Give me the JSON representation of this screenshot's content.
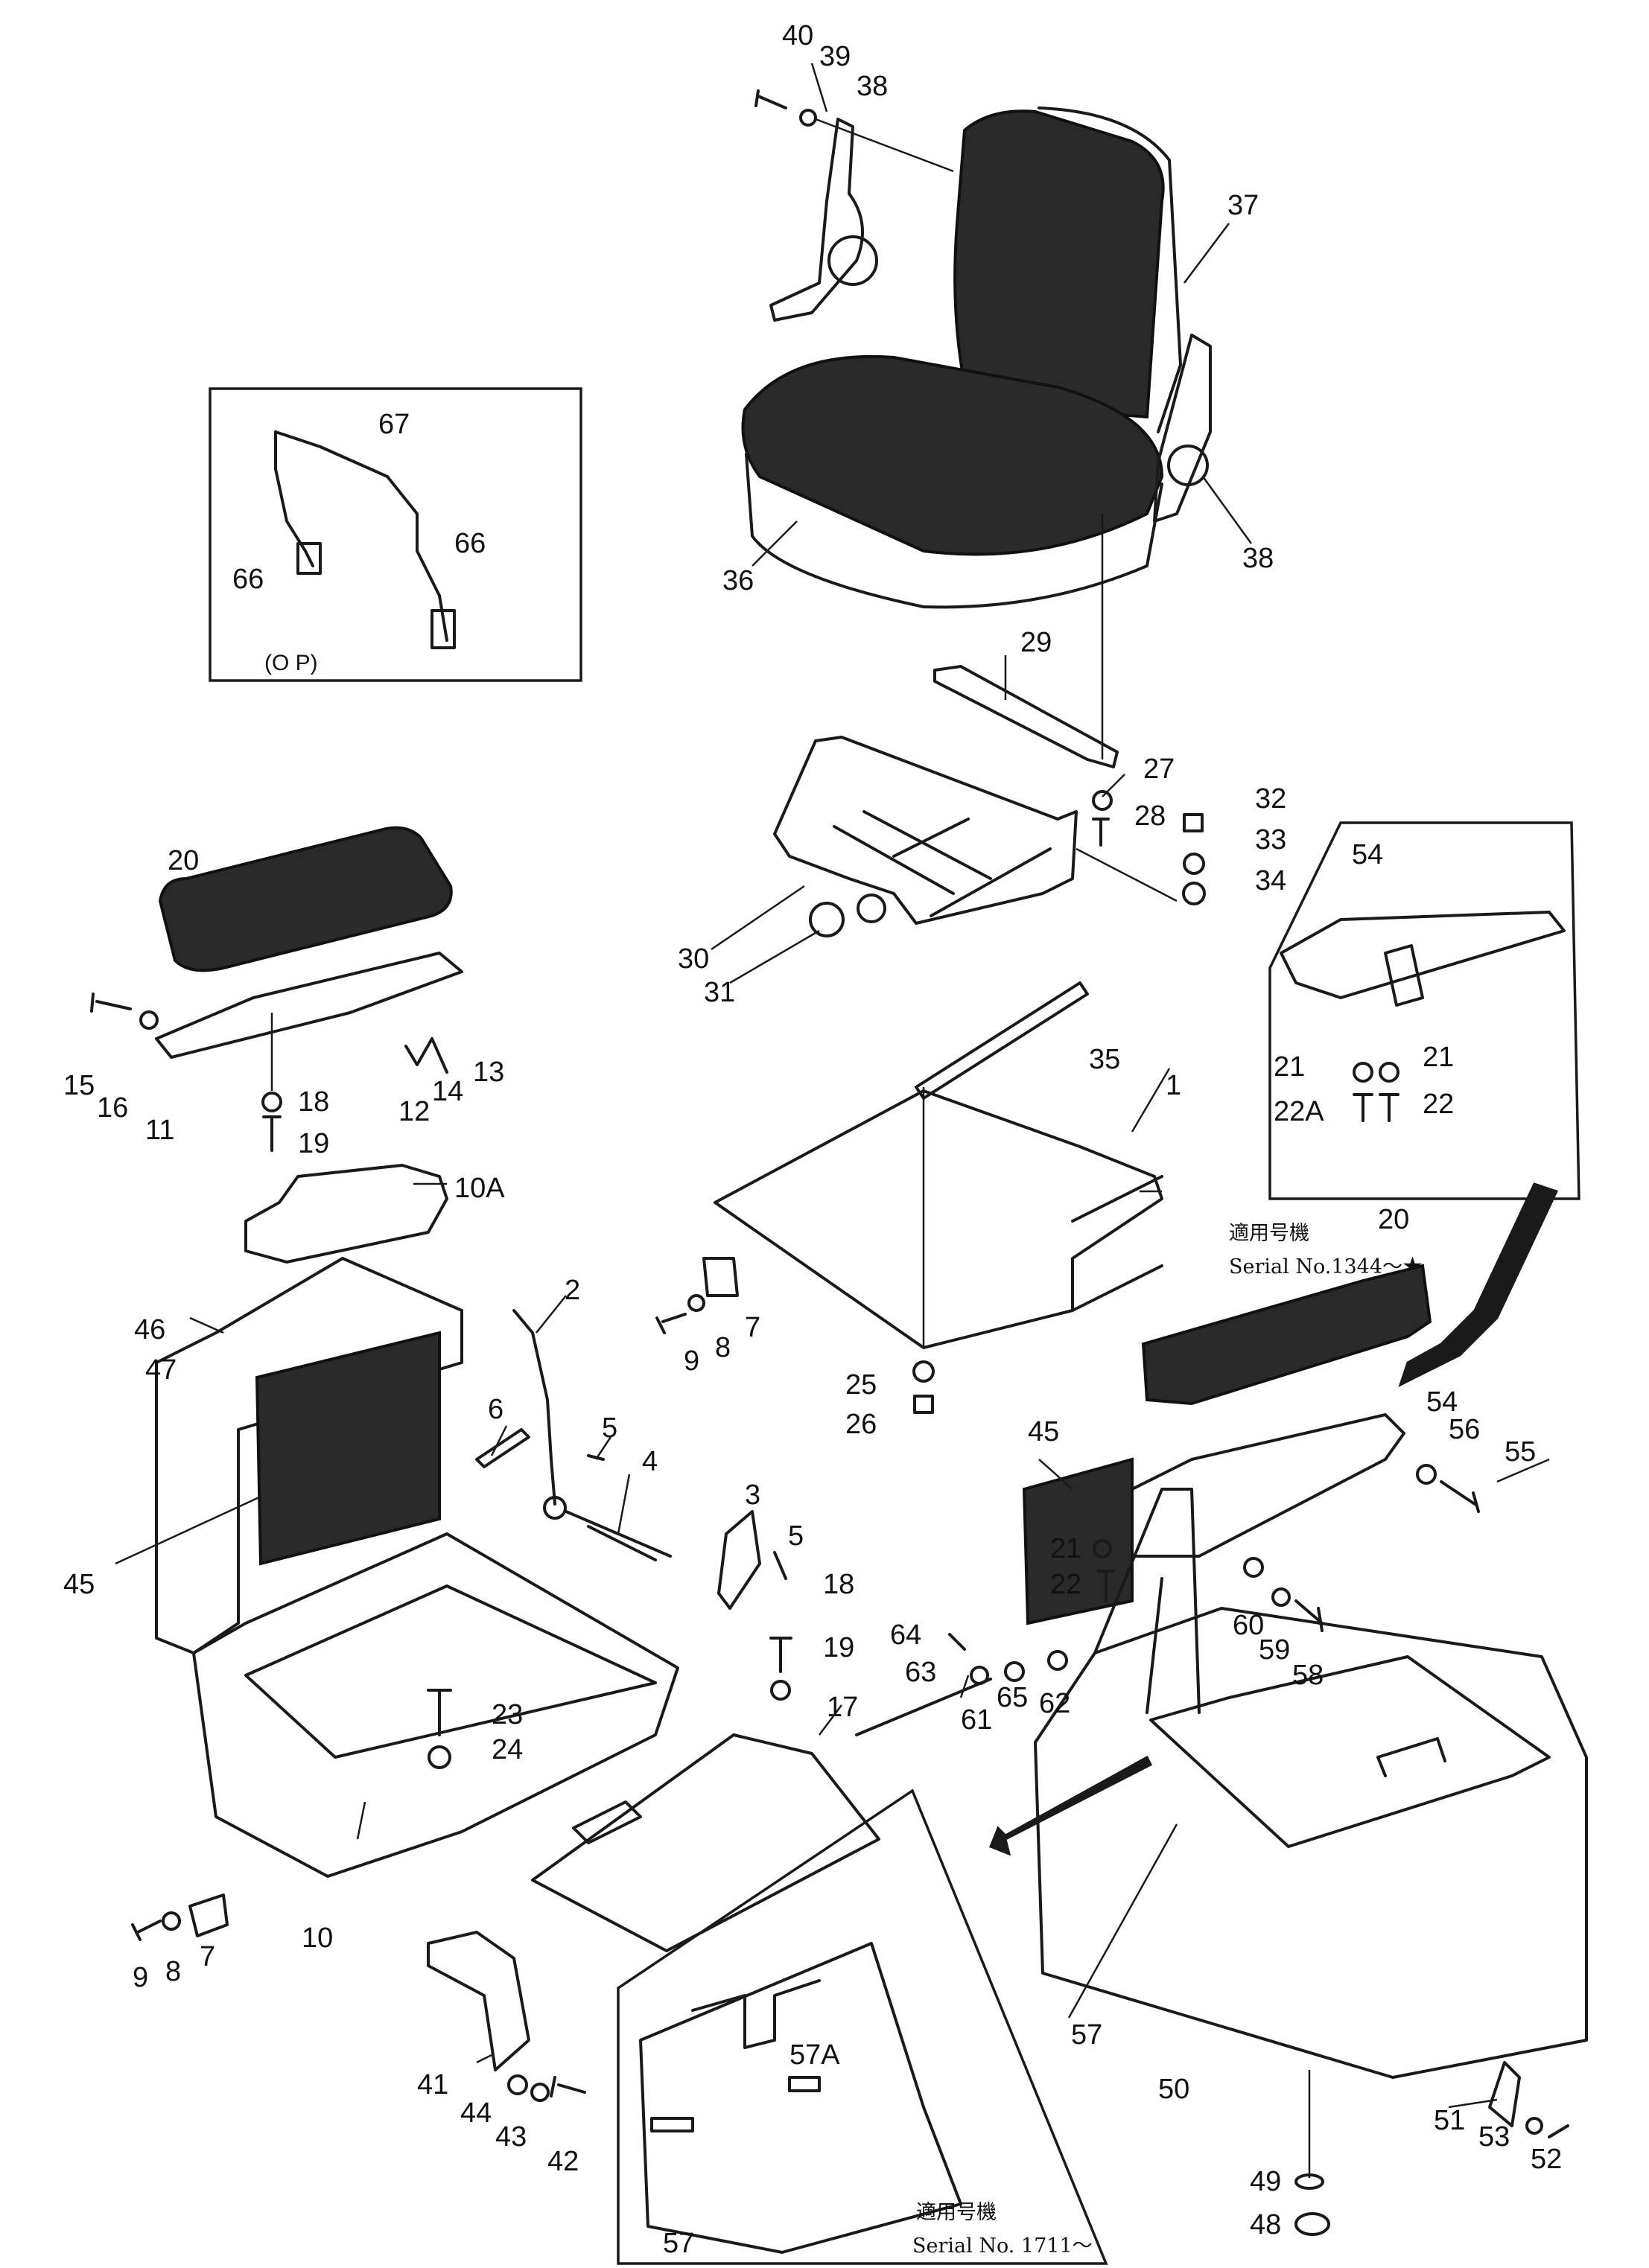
{
  "diagram": {
    "callouts": {
      "c40": "40",
      "c39": "39",
      "c38a": "38",
      "c37": "37",
      "c36": "36",
      "c38b": "38",
      "c67": "67",
      "c66a": "66",
      "c66b": "66",
      "c29": "29",
      "c27": "27",
      "c28": "28",
      "c32": "32",
      "c33": "33",
      "c34": "34",
      "c30": "30",
      "c31": "31",
      "c35": "35",
      "c1": "1",
      "c20a": "20",
      "c15": "15",
      "c16": "16",
      "c11": "11",
      "c12": "12",
      "c14": "14",
      "c13": "13",
      "c18a": "18",
      "c19a": "19",
      "c10A": "10A",
      "c46": "46",
      "c47": "47",
      "c2": "2",
      "c6": "6",
      "c5a": "5",
      "c4": "4",
      "c45a": "45",
      "c3": "3",
      "c5b": "5",
      "c7a": "7",
      "c8a": "8",
      "c9a": "9",
      "c25": "25",
      "c26": "26",
      "c18b": "18",
      "c19b": "19",
      "c23": "23",
      "c24": "24",
      "c17": "17",
      "c9b": "9",
      "c8b": "8",
      "c7b": "7",
      "c10": "10",
      "c41": "41",
      "c44": "44",
      "c43": "43",
      "c42": "42",
      "c54a": "54",
      "c21a": "21",
      "c21b": "21",
      "c22A": "22A",
      "c22a": "22",
      "c20b": "20",
      "c54b": "54",
      "c56": "56",
      "c55": "55",
      "c45b": "45",
      "c21c": "21",
      "c22b": "22",
      "c60": "60",
      "c59": "59",
      "c58": "58",
      "c64": "64",
      "c63": "63",
      "c65": "65",
      "c62": "62",
      "c61": "61",
      "c57A": "57A",
      "c57a": "57",
      "c57b": "57",
      "c50": "50",
      "c51": "51",
      "c53": "53",
      "c52": "52",
      "c49": "49",
      "c48": "48"
    },
    "option_label": "(O P)",
    "note_top": {
      "line1": "適用号機",
      "line2": "Serial  No.1344～★"
    },
    "note_bottom": {
      "line1": "適用号機",
      "line2": "Serial  No. 1711～"
    }
  }
}
